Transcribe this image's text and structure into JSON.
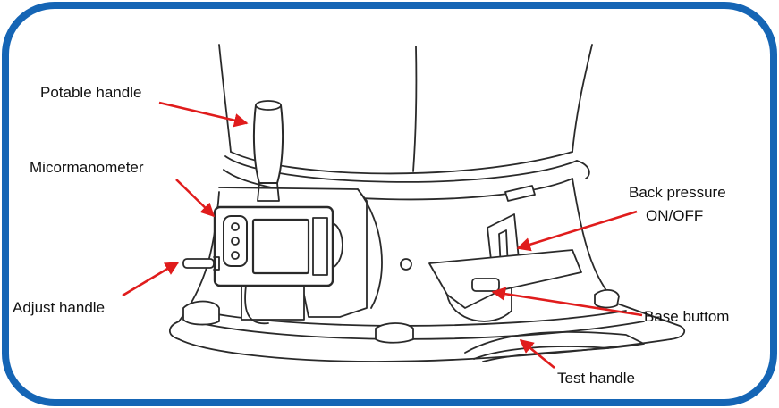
{
  "figure": {
    "frame_color": "#1565b5",
    "arrow_color": "#e01c1c",
    "line_color": "#2a2a2a",
    "illustration": "line-drawing-fit-test-apparatus-base"
  },
  "callouts": {
    "potable_handle": "Potable handle",
    "micormanometer": "Micormanometer",
    "adjust_handle": "Adjust handle",
    "back_pressure_line1": "Back pressure",
    "back_pressure_line2": "ON/OFF",
    "base_buttom": "Base buttom",
    "test_handle": "Test handle"
  }
}
